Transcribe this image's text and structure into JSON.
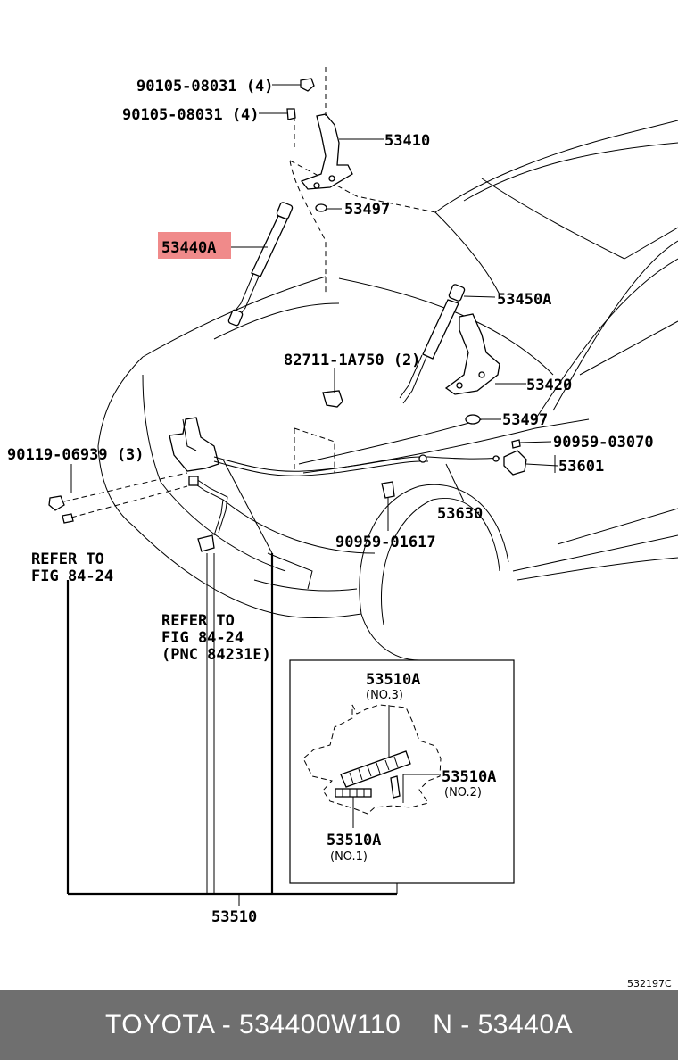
{
  "diagram": {
    "labels": {
      "p1": "90105-08031 (4)",
      "p2": "90105-08031 (4)",
      "p3": "53410",
      "p4": "53497",
      "p5": "53440A",
      "p6": "53450A",
      "p7": "82711-1A750 (2)",
      "p8": "53420",
      "p9": "53497",
      "p10": "90119-06939 (3)",
      "p11": "90959-03070",
      "p12": "53601",
      "p13": "53630",
      "p14": "90959-01617",
      "p15": "53510",
      "p16": "53510A",
      "p17": "(NO.3)",
      "p18": "53510A",
      "p19": "(NO.2)",
      "p20": "53510A",
      "p21": "(NO.1)"
    },
    "refer1": [
      "REFER TO",
      "FIG 84-24"
    ],
    "refer2": [
      "REFER TO",
      "FIG 84-24",
      "(PNC 84231E)"
    ],
    "illustration_id": "532197C",
    "highlight_color": "#f08a8a"
  },
  "footer": {
    "brand_part": "TOYOTA - 534400W110",
    "ref": "N - 53440A",
    "background": "#6f6f6f"
  }
}
